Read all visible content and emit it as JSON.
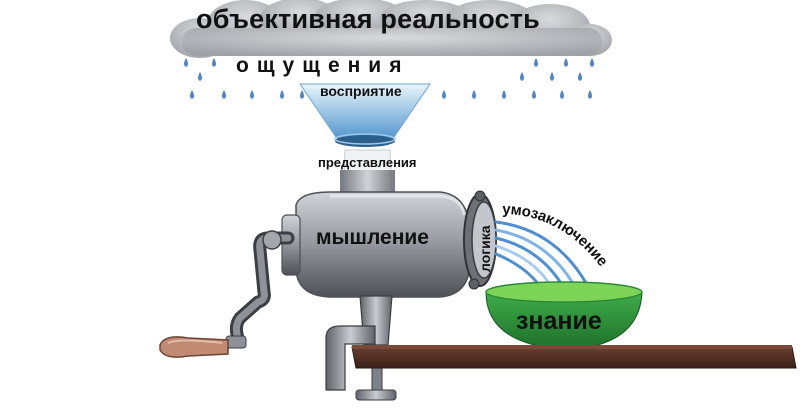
{
  "labels": {
    "reality": "объективная реальность",
    "sensations": "ощущения",
    "perception": "восприятие",
    "representations": "представления",
    "thinking": "мышление",
    "logic": "логика",
    "inference": "умозаключение",
    "knowledge": "знание"
  },
  "colors": {
    "cloud": "#b3b5b9",
    "rain": "#4f86c6",
    "funnel_light": "#d4e9f7",
    "funnel_dark": "#5a9bd0",
    "metal": "#9a9ea4",
    "metal_dark": "#4d5156",
    "bowl": "#2e9a3d",
    "bowl_rim": "#70c84a",
    "table": "#4a2c20",
    "handle": "#c08a73"
  }
}
